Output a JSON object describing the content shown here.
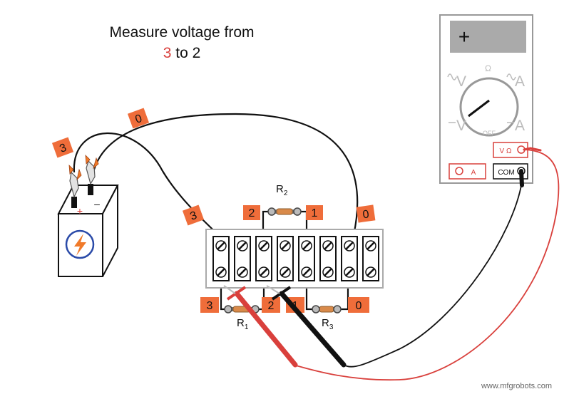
{
  "title": {
    "line1": "Measure voltage from",
    "from_node": "3",
    "connector": " to ",
    "to_node": "2"
  },
  "battery": {
    "positive_mark": "+",
    "negative_mark": "–",
    "symbol_icon": "lightning-bolt-icon"
  },
  "wire_tags": {
    "battery_positive": "3",
    "battery_negative": "0",
    "terminal_wire_3": "3",
    "r2_left": "2",
    "r2_right": "1",
    "r3_right_wire": "0",
    "r1_left": "3",
    "r1_right": "2",
    "r3_left": "1",
    "r3_right": "0"
  },
  "resistors": {
    "r1": {
      "letter": "R",
      "subscript": "1"
    },
    "r2": {
      "letter": "R",
      "subscript": "2"
    },
    "r3": {
      "letter": "R",
      "subscript": "3"
    }
  },
  "multimeter": {
    "display_text": "+",
    "dial_labels": {
      "ac_v": "V",
      "ohm": "Ω",
      "ac_a": "A",
      "dc_v": "V",
      "off": "OFF",
      "dc_a": "A"
    },
    "jack_vohm": "V Ω",
    "jack_amp": "A",
    "jack_com": "COM"
  },
  "probe_colors": {
    "red": "#d9403c",
    "black": "#111111"
  },
  "accent_colors": {
    "tag_orange": "#ef6d3a",
    "battery_blue": "#2a4aa8",
    "bolt_orange": "#f07a2a"
  },
  "watermark": "www.mfgrobots.com"
}
